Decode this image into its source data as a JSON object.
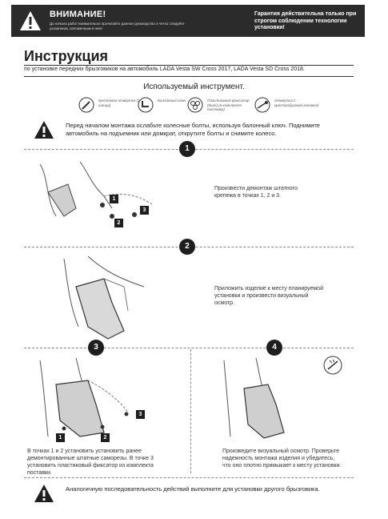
{
  "banner": {
    "title": "ВНИМАНИЕ!",
    "subtitle": "До начала работ внимательно прочитайте данное руководство и четко следуйте указанным, изложенным в нем!",
    "right_text": "Гарантия действительна только при строгом соблюдении технологии установки!"
  },
  "header": {
    "title": "Инструкция",
    "subtitle": "по установке передних брызговиков на автомобиль LADA Vesta SW Cross 2017, LADA Vesta SD Cross 2018."
  },
  "tools": {
    "title": "Используемый инструмент.",
    "items": [
      {
        "icon": "screwdriver-icon",
        "label": "Крестовая отвертка (1 шлица)"
      },
      {
        "icon": "wrench-icon",
        "label": "Баллонный ключ"
      },
      {
        "icon": "clip-icon",
        "label": "Пластиковый фиксатор (8шт) (в комплекте поставки)"
      },
      {
        "icon": "screw-icon",
        "label": "Отвертка с крестообразной головкой"
      }
    ]
  },
  "notice": "Перед началом монтажа ослабьте колесные болты, используя балонный ключ. Поднимите автомобиль на подъемник или домкрат, открутите болты и снимите колесо.",
  "steps": [
    {
      "number": "1",
      "text": "Произвести демонтаж штатного крепежа в точках 1, 2 и 3."
    },
    {
      "number": "2",
      "text": "Приложить изделие к месту планируемой установки и произвести визуальный осмотр."
    },
    {
      "number": "3",
      "text": "В точках 1 и 2 установить установить ранее демонтированные штатные саморезы. В точке 3 установить пластиковый фиксатор из комплекта поставки."
    },
    {
      "number": "4",
      "text": "Произведите визуальный осмотр. Проверьте надежность монтажа изделия и убедитесь, что оно плотно примыкает к месту установки."
    }
  ],
  "callouts": {
    "p1": "1",
    "p2": "2",
    "p3": "3"
  },
  "footer": "Аналогичную последовательность действий выполните для установки другого брызговика."
}
